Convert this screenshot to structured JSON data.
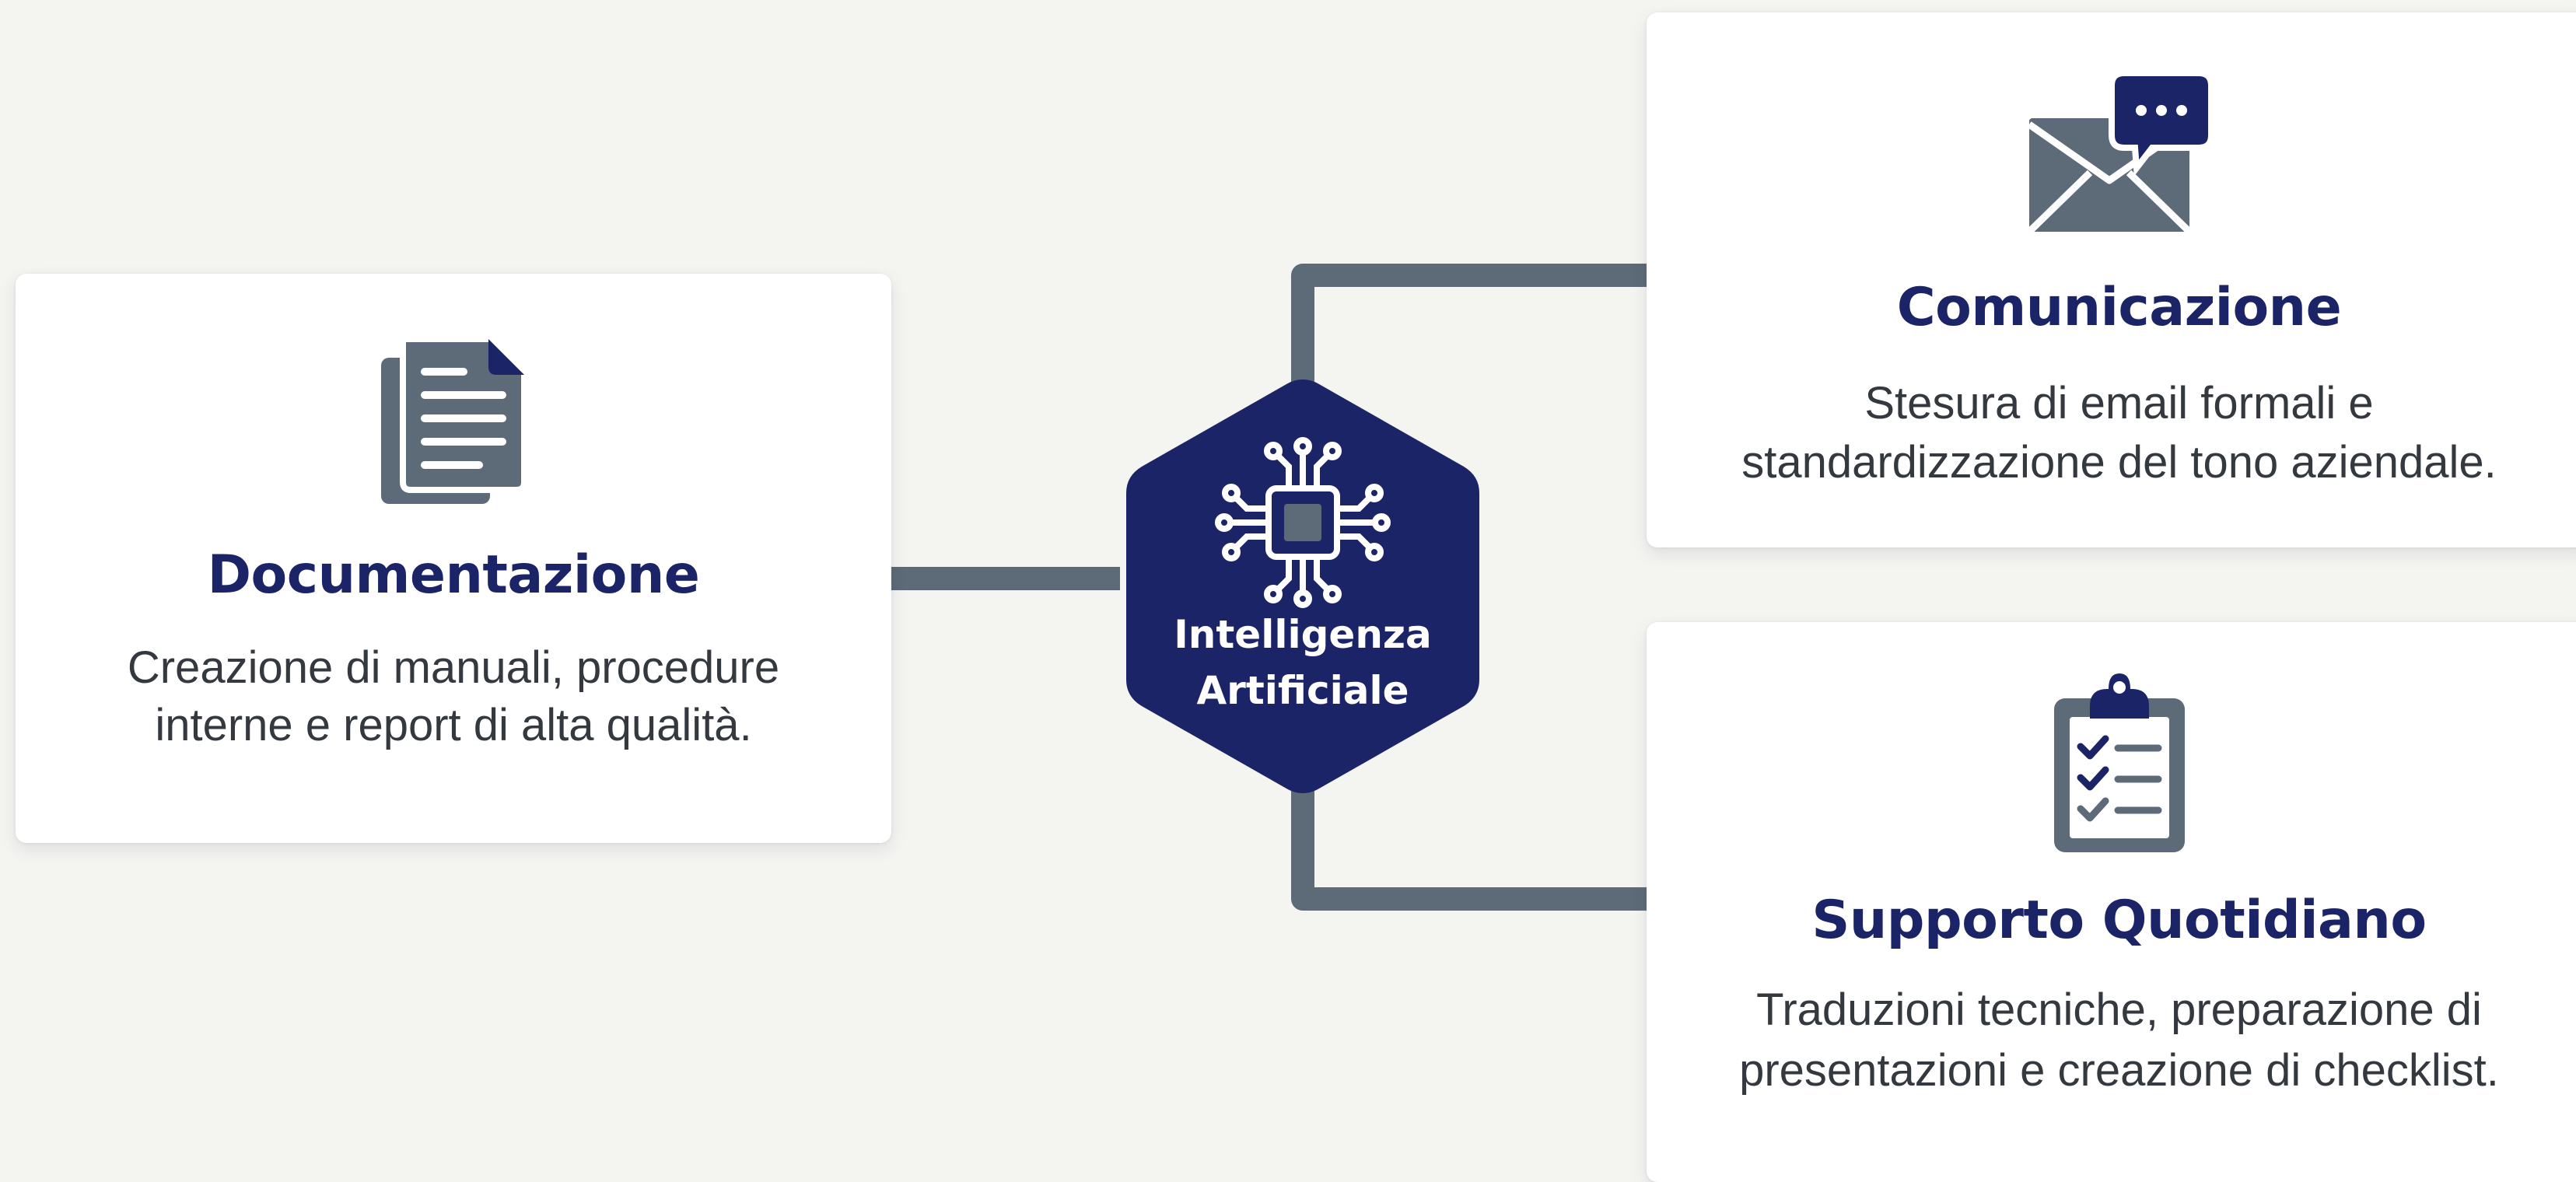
{
  "colors": {
    "background": "#f4f4f1",
    "navy": "#1b2466",
    "slate": "#5d6b78",
    "text": "#34383f",
    "card": "#ffffff"
  },
  "hub": {
    "icon": "cpu-chip-icon",
    "label_line1": "Intelligenza",
    "label_line2": "Artificiale"
  },
  "cards": {
    "documentation": {
      "icon": "document-icon",
      "title": "Documentazione",
      "desc_line1": "Creazione di manuali, procedure",
      "desc_line2": "interne e report di alta qualità."
    },
    "communication": {
      "icon": "email-chat-icon",
      "title": "Comunicazione",
      "desc_line1": "Stesura di email formali e",
      "desc_line2": "standardizzazione del tono aziendale."
    },
    "support": {
      "icon": "clipboard-checklist-icon",
      "title": "Supporto Quotidiano",
      "desc_line1": "Traduzioni tecniche, preparazione di",
      "desc_line2": "presentazioni e creazione di checklist."
    }
  }
}
